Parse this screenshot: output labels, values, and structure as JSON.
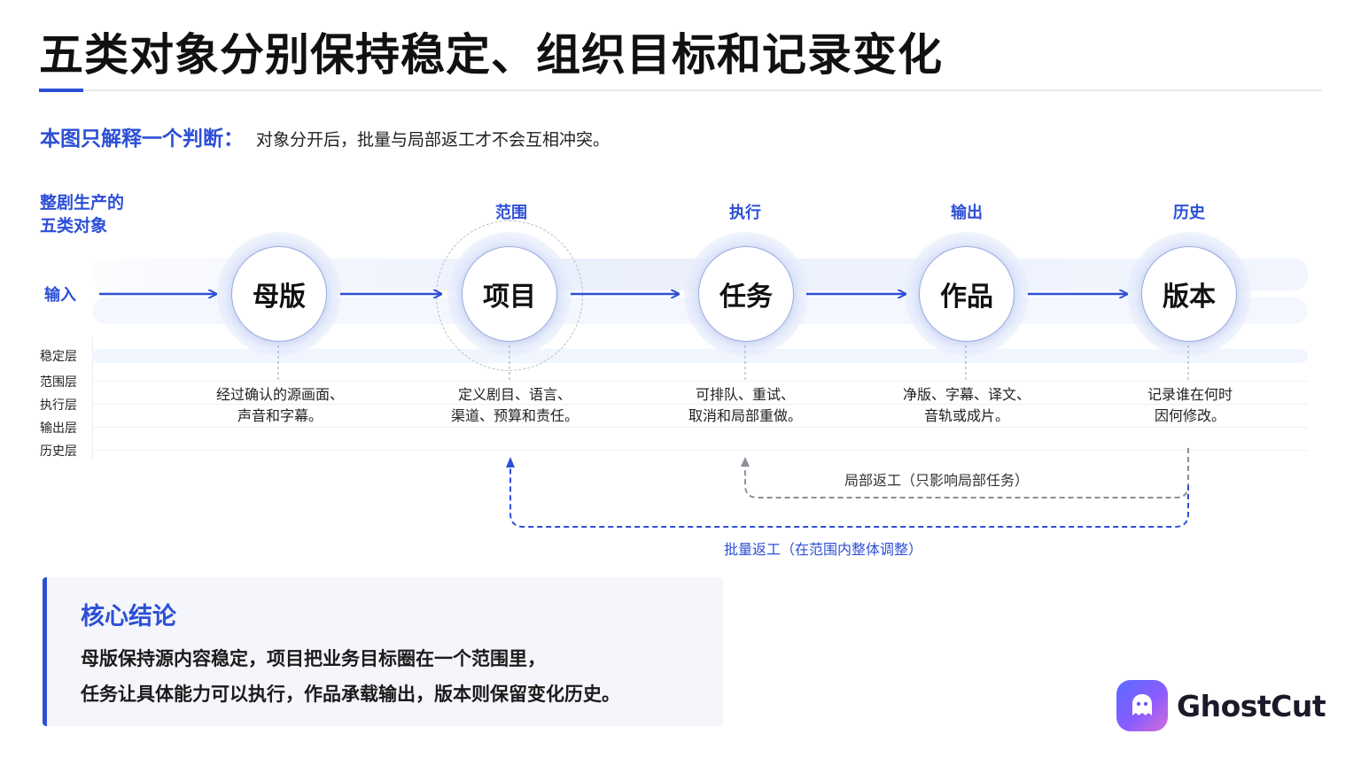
{
  "title": "五类对象分别保持稳定、组织目标和记录变化",
  "judgement": {
    "lead": "本图只解释一个判断：",
    "body": "对象分开后，批量与局部返工才不会互相冲突。"
  },
  "left_heading": [
    "整剧生产的",
    "五类对象"
  ],
  "input_label": "输入",
  "layers": [
    "稳定层",
    "范围层",
    "执行层",
    "输出层",
    "历史层"
  ],
  "stages": [
    {
      "label": "",
      "node": "母版",
      "desc": "经过确认的源画面、\n声音和字幕。"
    },
    {
      "label": "范围",
      "node": "项目",
      "desc": "定义剧目、语言、\n渠道、预算和责任。"
    },
    {
      "label": "执行",
      "node": "任务",
      "desc": "可排队、重试、\n取消和局部重做。"
    },
    {
      "label": "输出",
      "node": "作品",
      "desc": "净版、字幕、译文、\n音轨或成片。"
    },
    {
      "label": "历史",
      "node": "版本",
      "desc": "记录谁在何时\n因何修改。"
    }
  ],
  "loops": {
    "local": "局部返工（只影响局部任务）",
    "batch": "批量返工（在范围内整体调整）"
  },
  "summary": {
    "title": "核心结论",
    "line1": "母版保持源内容稳定，项目把业务目标圈在一个范围里，",
    "line2": "任务让具体能力可以执行，作品承载输出，版本则保留变化历史。"
  },
  "brand": {
    "name": "GhostCut"
  },
  "colors": {
    "accent": "#2d4fd6",
    "node_border": "#9aabe0",
    "loop_local": "#8a8f99",
    "loop_batch": "#2d4fd6"
  }
}
